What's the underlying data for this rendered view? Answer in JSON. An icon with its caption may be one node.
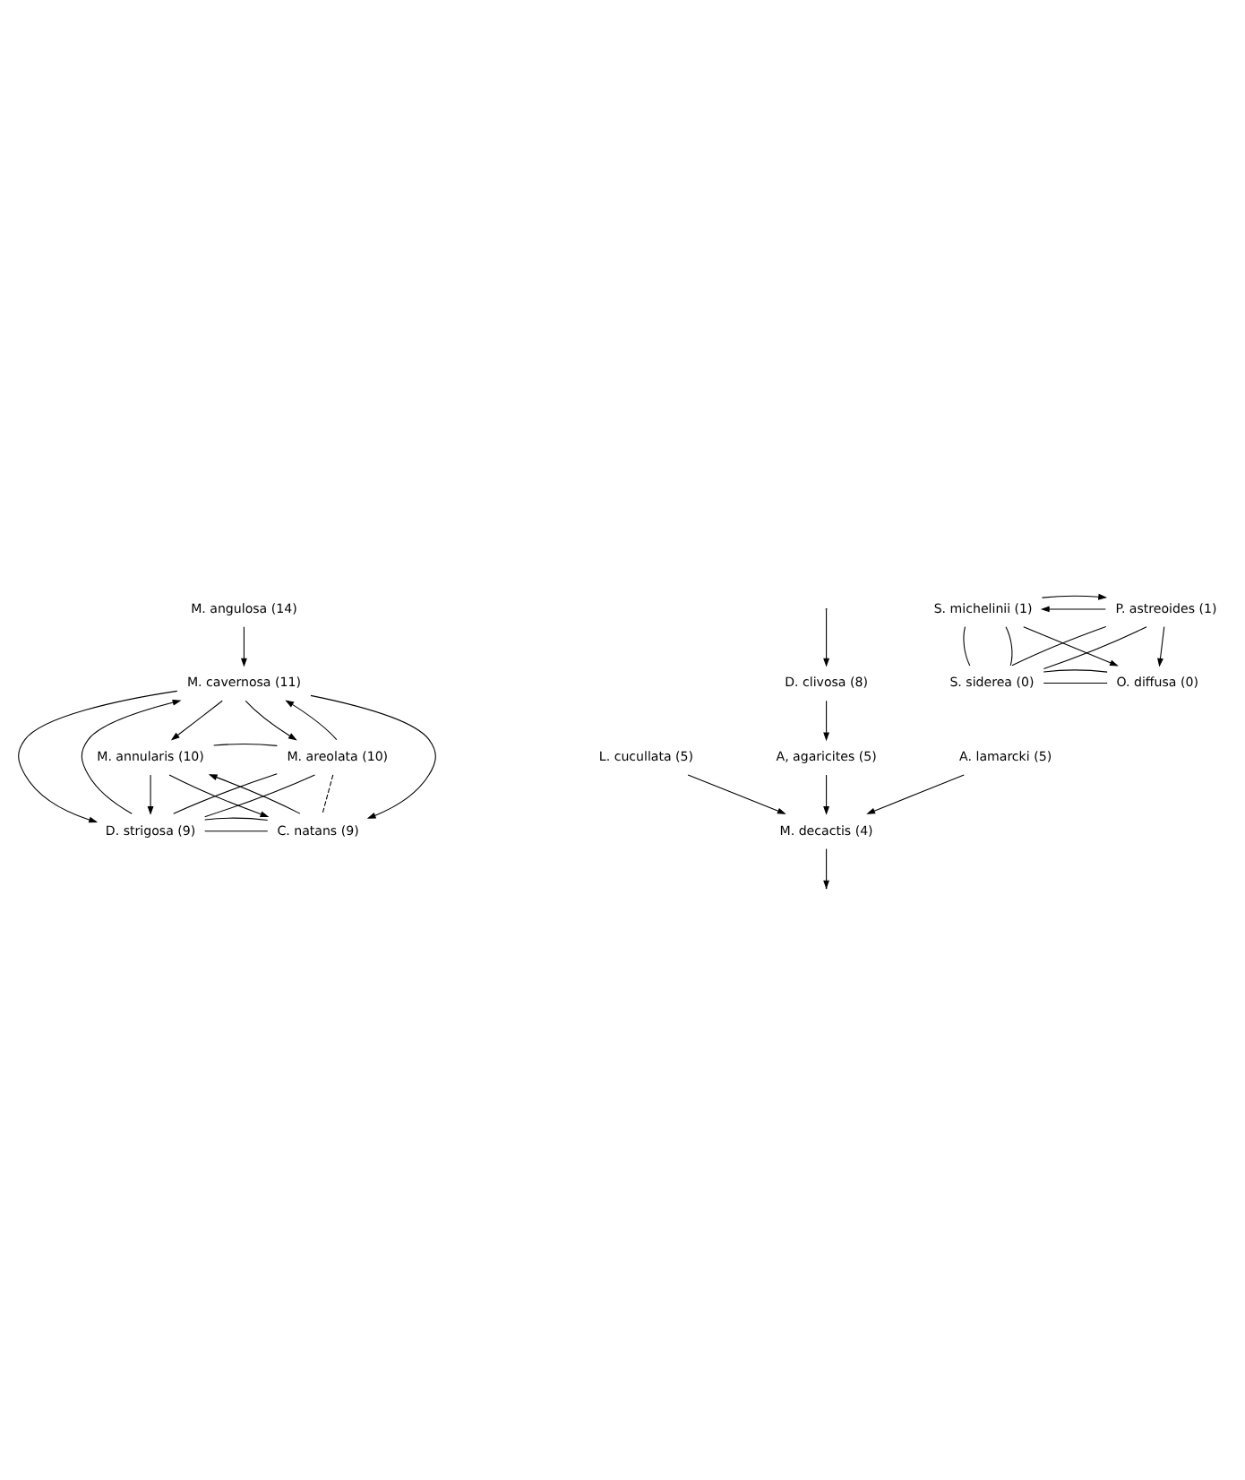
{
  "diagram": {
    "nodes": [
      {
        "text": [
          "M. angulosa (14)"
        ]
      },
      {
        "text": [
          "M. cavernosa (11)"
        ]
      },
      {
        "text": [
          "M. annularis (10)"
        ]
      },
      {
        "text": [
          "M. areolata (10)"
        ]
      },
      {
        "text": [
          "D. strigosa (9)"
        ]
      },
      {
        "text": [
          "C. natans (9)"
        ]
      },
      {
        "text": [
          "D. clivosa (8)"
        ]
      },
      {
        "text": [
          "L. cucullata (5)"
        ]
      },
      {
        "text": [
          "A, agaricites (5)"
        ]
      },
      {
        "text": [
          "A. lamarcki (5)"
        ]
      },
      {
        "text": [
          "M. decactis (4)"
        ]
      },
      {
        "text": [
          "S. michelinii (1)"
        ]
      },
      {
        "text": [
          "P. astreoides (1)"
        ]
      },
      {
        "text": [
          "S. siderea (0)"
        ]
      },
      {
        "text": [
          "O. diffusa (0)"
        ]
      }
    ],
    "edges": [
      {
        "from": 0,
        "to": 1,
        "arrow": "to"
      },
      {
        "from": 1,
        "to": 2,
        "arrow": "to"
      },
      {
        "from": 1,
        "to": 4,
        "arrow": "to"
      },
      {
        "from": 4,
        "to": 1,
        "arrow": "to"
      },
      {
        "from": 1,
        "to": 3,
        "arrow": "to"
      },
      {
        "from": 3,
        "to": 1,
        "arrow": "to"
      },
      {
        "from": 1,
        "to": 5,
        "arrow": "to"
      },
      {
        "from": 2,
        "to": 3,
        "arrow": "none"
      },
      {
        "from": 5,
        "to": 2,
        "arrow": "to"
      },
      {
        "from": 2,
        "to": 5,
        "arrow": "to"
      },
      {
        "from": 4,
        "to": 3,
        "arrow": "none"
      },
      {
        "from": 4,
        "to": 3,
        "arrow": "none"
      },
      {
        "from": 4,
        "to": 5,
        "arrow": "none"
      },
      {
        "from": 4,
        "to": 5,
        "arrow": "none"
      },
      {
        "from": 2,
        "to": 4,
        "arrow": "to"
      },
      {
        "from": 3,
        "to": 5,
        "arrow": "none",
        "style": "dashed"
      },
      {
        "from": null,
        "to": 6,
        "arrow": "to"
      },
      {
        "from": 6,
        "to": 8,
        "arrow": "to"
      },
      {
        "from": 7,
        "to": 10,
        "arrow": "to"
      },
      {
        "from": 8,
        "to": 10,
        "arrow": "to"
      },
      {
        "from": 9,
        "to": 10,
        "arrow": "to"
      },
      {
        "from": 10,
        "to": null,
        "arrow": "to"
      },
      {
        "from": 12,
        "to": 11,
        "arrow": "to"
      },
      {
        "from": 11,
        "to": 12,
        "arrow": "to"
      },
      {
        "from": 11,
        "to": 14,
        "arrow": "to"
      },
      {
        "from": 13,
        "to": 12,
        "arrow": "none"
      },
      {
        "from": 13,
        "to": 12,
        "arrow": "none"
      },
      {
        "from": 11,
        "to": 13,
        "arrow": "none"
      },
      {
        "from": 11,
        "to": 13,
        "arrow": "none"
      },
      {
        "from": 13,
        "to": 14,
        "arrow": "none"
      },
      {
        "from": 13,
        "to": 14,
        "arrow": "none"
      },
      {
        "from": 12,
        "to": 14,
        "arrow": "to"
      }
    ]
  }
}
